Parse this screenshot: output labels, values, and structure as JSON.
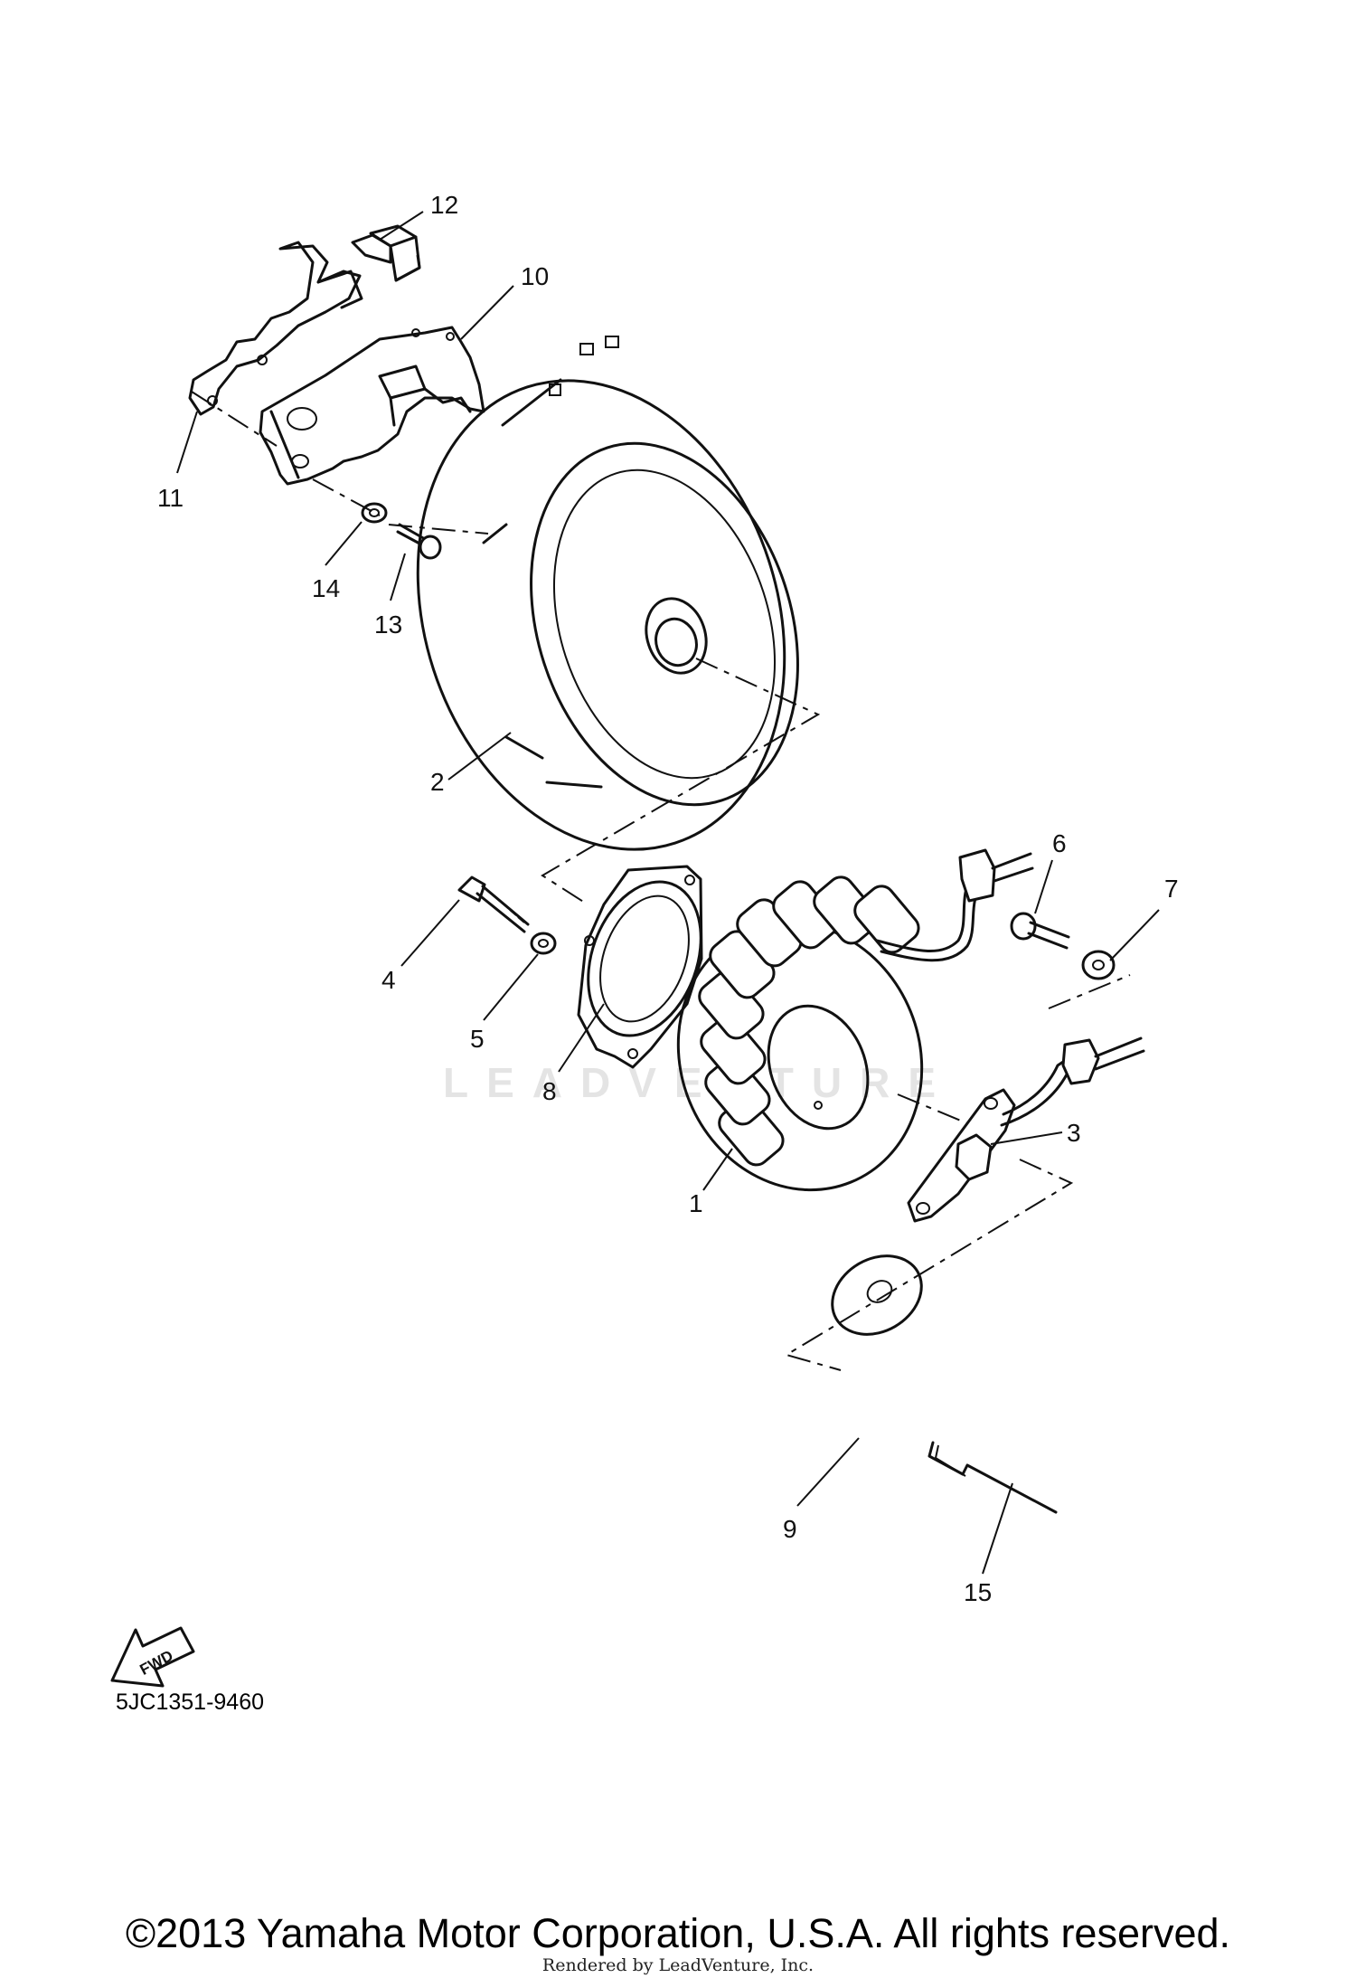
{
  "diagram": {
    "callouts": [
      "1",
      "2",
      "3",
      "4",
      "5",
      "6",
      "7",
      "8",
      "9",
      "10",
      "11",
      "12",
      "13",
      "14",
      "15"
    ],
    "fwd_label": "FWD",
    "code": "5JC1351-9460",
    "watermark": "LEADVENTURE"
  },
  "footer": {
    "copyright": "©2013 Yamaha Motor Corporation, U.S.A. All rights reserved.",
    "rendered_by": "Rendered by LeadVenture, Inc."
  }
}
